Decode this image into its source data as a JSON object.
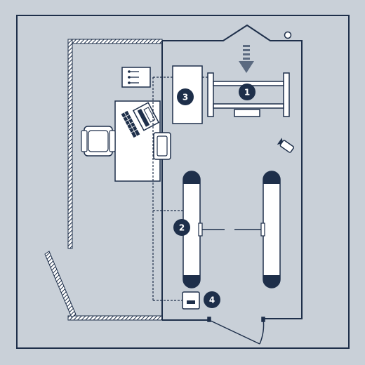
{
  "colors": {
    "background": "#c9d0d8",
    "line": "#1e2f4a",
    "fill": "#ffffff"
  },
  "stations": [
    {
      "label": "1",
      "icon": "tire-changer-icon"
    },
    {
      "label": "2",
      "icon": "vehicle-lift-icon"
    },
    {
      "label": "3",
      "icon": "control-cabinet-icon"
    },
    {
      "label": "4",
      "icon": "power-outlet-icon"
    }
  ],
  "icons": {
    "entry": "down-arrow-icon",
    "camera": "security-camera-icon",
    "lamp": "lamp-icon",
    "desk": "office-desk-icon",
    "chair": "office-chair-icon",
    "pc": "computer-icon",
    "keyboard": "keyboard-icon",
    "panel": "electrical-panel-icon"
  }
}
